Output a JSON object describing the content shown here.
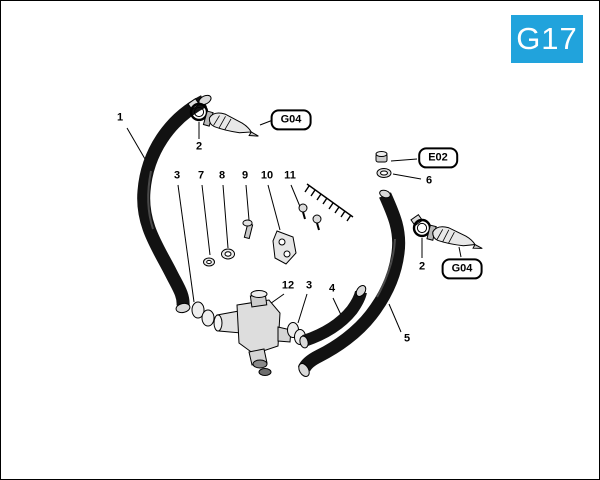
{
  "page_code": {
    "label": "G17"
  },
  "colors": {
    "accent": "#21A3DC",
    "line": "#000000",
    "background": "#FFFFFF"
  },
  "callouts": [
    {
      "label": "1"
    },
    {
      "label": "2"
    },
    {
      "label": "3"
    },
    {
      "label": "7"
    },
    {
      "label": "8"
    },
    {
      "label": "9"
    },
    {
      "label": "10"
    },
    {
      "label": "11"
    },
    {
      "label": "12"
    },
    {
      "label": "3"
    },
    {
      "label": "4"
    },
    {
      "label": "5"
    },
    {
      "label": "6"
    },
    {
      "label": "2"
    }
  ],
  "ref_boxes": [
    {
      "label": "G04"
    },
    {
      "label": "E02"
    },
    {
      "label": "G04"
    }
  ]
}
